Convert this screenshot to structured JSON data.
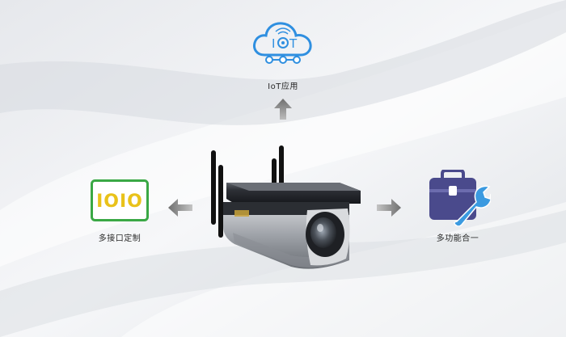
{
  "features": {
    "iot": {
      "label": "IoT应用",
      "icon": "iot-cloud-icon",
      "badge_text": "I͡OT"
    },
    "interface": {
      "label": "多接口定制",
      "icon": "io-badge-icon",
      "badge_text": "IOIO"
    },
    "multi": {
      "label": "多功能合一",
      "icon": "toolbox-wrench-icon"
    }
  },
  "colors": {
    "iot_blue": "#2f8fe0",
    "io_green": "#3aa845",
    "io_yellow": "#e9c21a",
    "toolbox_purple": "#4a4a8c",
    "wrench_blue": "#3b9ae0",
    "arrow_gray": "#7d7d7d"
  }
}
